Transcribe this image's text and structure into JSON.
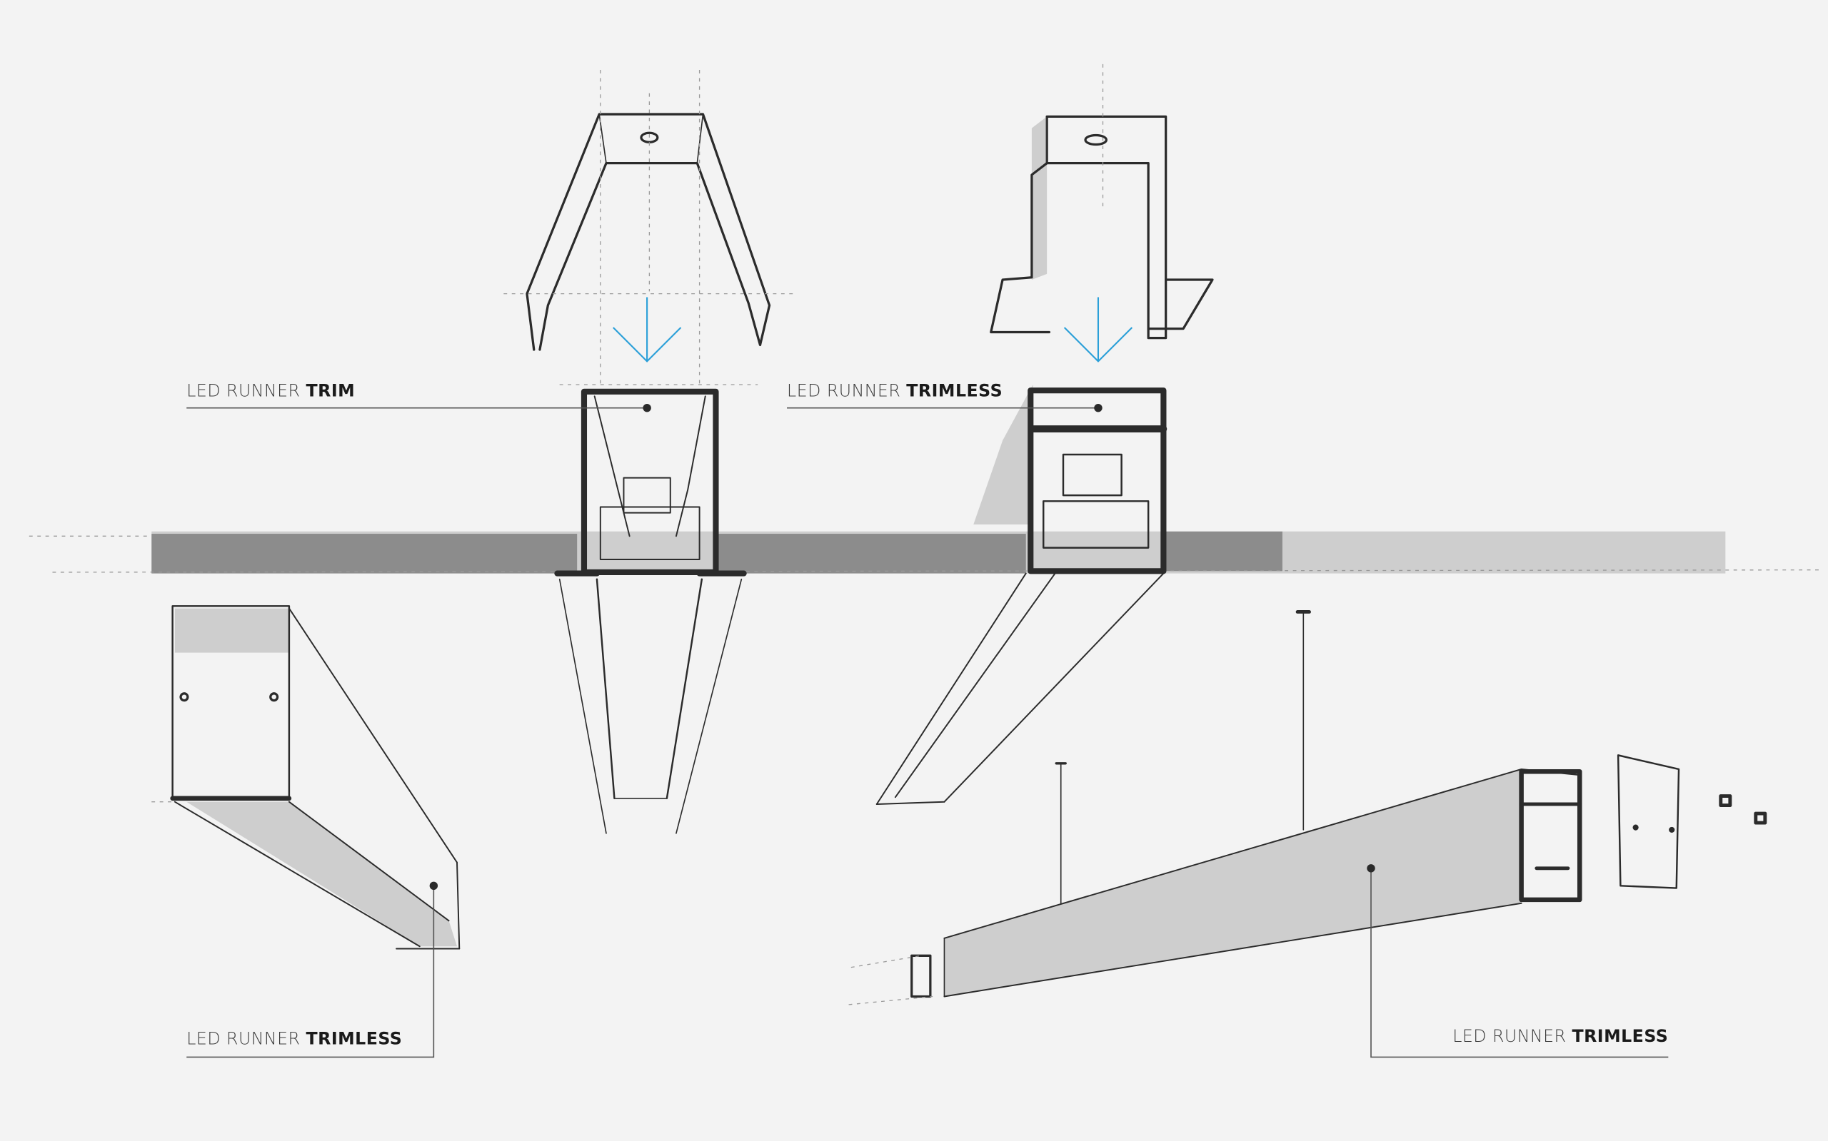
{
  "labels": [
    {
      "prefix": "LED RUNNER ",
      "bold": "TRIM"
    },
    {
      "prefix": "LED RUNNER ",
      "bold": "TRIMLESS"
    },
    {
      "prefix": "LED RUNNER ",
      "bold": "TRIMLESS"
    },
    {
      "prefix": "LED RUNNER ",
      "bold": "TRIMLESS"
    }
  ],
  "colors": {
    "background": "#f3f3f3",
    "arrow": "#2a9fd8",
    "pencil": "#2b2b2b"
  }
}
